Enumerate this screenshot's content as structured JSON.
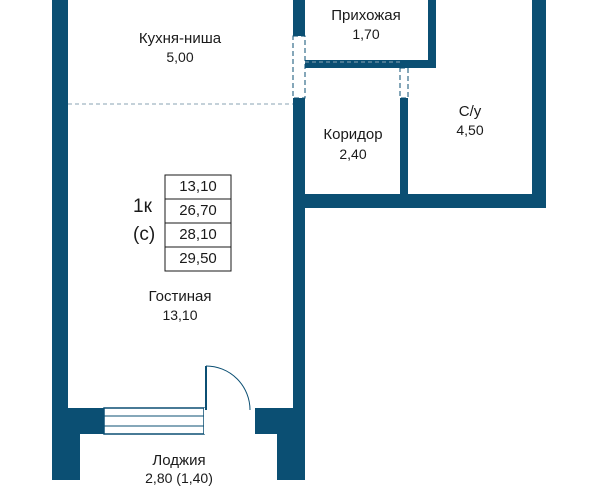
{
  "colors": {
    "wall": "#0b4f73",
    "text": "#1a1a1a",
    "divider": "#8aa3b3",
    "background": "#ffffff"
  },
  "rooms": {
    "kitchen": {
      "name": "Кухня-ниша",
      "area": "5,00"
    },
    "hallway": {
      "name": "Прихожая",
      "area": "1,70"
    },
    "corridor": {
      "name": "Коридор",
      "area": "2,40"
    },
    "bathroom": {
      "name": "С/у",
      "area": "4,50"
    },
    "living": {
      "name": "Гостиная",
      "area": "13,10"
    },
    "loggia": {
      "name": "Лоджия",
      "area": "2,80 (1,40)"
    }
  },
  "apartment": {
    "type_line1": "1к",
    "type_line2": "(с)",
    "areas": [
      "13,10",
      "26,70",
      "28,10",
      "29,50"
    ]
  }
}
